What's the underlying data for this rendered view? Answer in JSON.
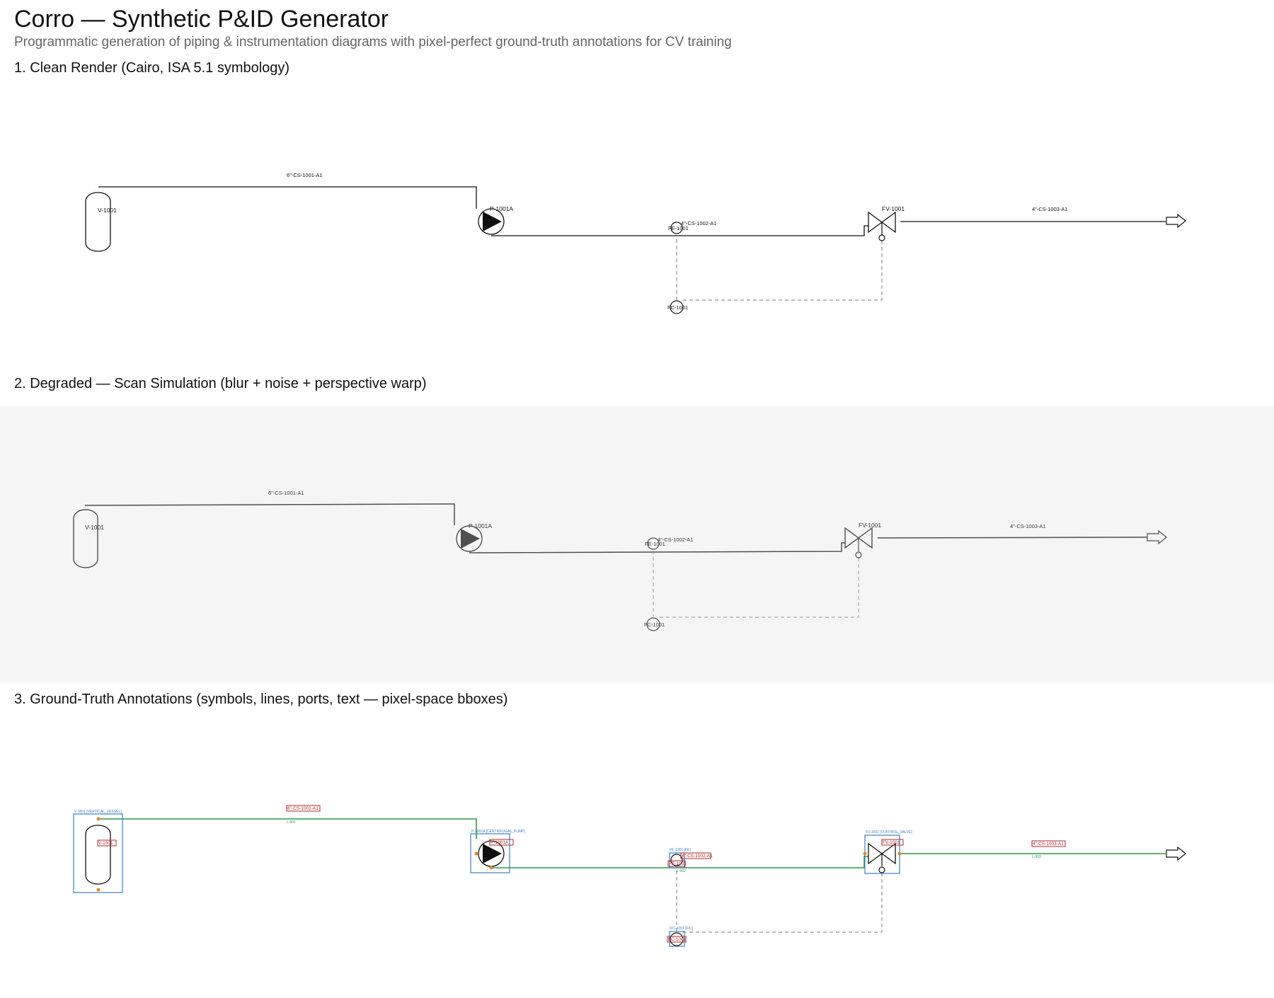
{
  "page": {
    "title": "Corro — Synthetic P&ID Generator",
    "subtitle": "Programmatic generation of piping & instrumentation diagrams with pixel-perfect ground-truth annotations for CV training"
  },
  "sections": [
    {
      "heading": "1. Clean Render (Cairo, ISA 5.1 symbology)"
    },
    {
      "heading": "2. Degraded — Scan Simulation (blur + noise + perspective warp)"
    },
    {
      "heading": "3. Ground-Truth Annotations (symbols, lines, ports, text — pixel-space bboxes)"
    }
  ],
  "diagram": {
    "equipment": [
      {
        "tag": "V-1001",
        "kind": "vertical-vessel",
        "annotation": "V-1001 [VERTICAL_VESSEL]"
      },
      {
        "tag": "P-1001A",
        "kind": "centrifugal-pump",
        "annotation": "P-1001A [CENTRIFUGAL_PUMP]"
      },
      {
        "tag": "FV-1001",
        "kind": "control-valve",
        "annotation": "FV-1001 [CONTROL_VALVE]"
      }
    ],
    "instruments": [
      {
        "tag": "FE-1001",
        "annotation": "FE-1001 [FE]"
      },
      {
        "tag": "FC-1001",
        "annotation": "FIC-1001 [FIC]"
      }
    ],
    "lines": [
      {
        "label": "6\"-CS-1001-A1",
        "id": "L-001"
      },
      {
        "label": "4\"-CS-1002-A1",
        "id": "L-002"
      },
      {
        "label": "4\"-CS-1003-A1",
        "id": "L-003"
      }
    ],
    "colors": {
      "line": "#111111",
      "signal": "#777777",
      "symbol_bbox": "#3a7fc4",
      "line_annotation": "#2a9a48",
      "text_bbox": "#b02a2a",
      "port": "#e08a1e",
      "degraded_bg": "#f5f5f5"
    }
  }
}
